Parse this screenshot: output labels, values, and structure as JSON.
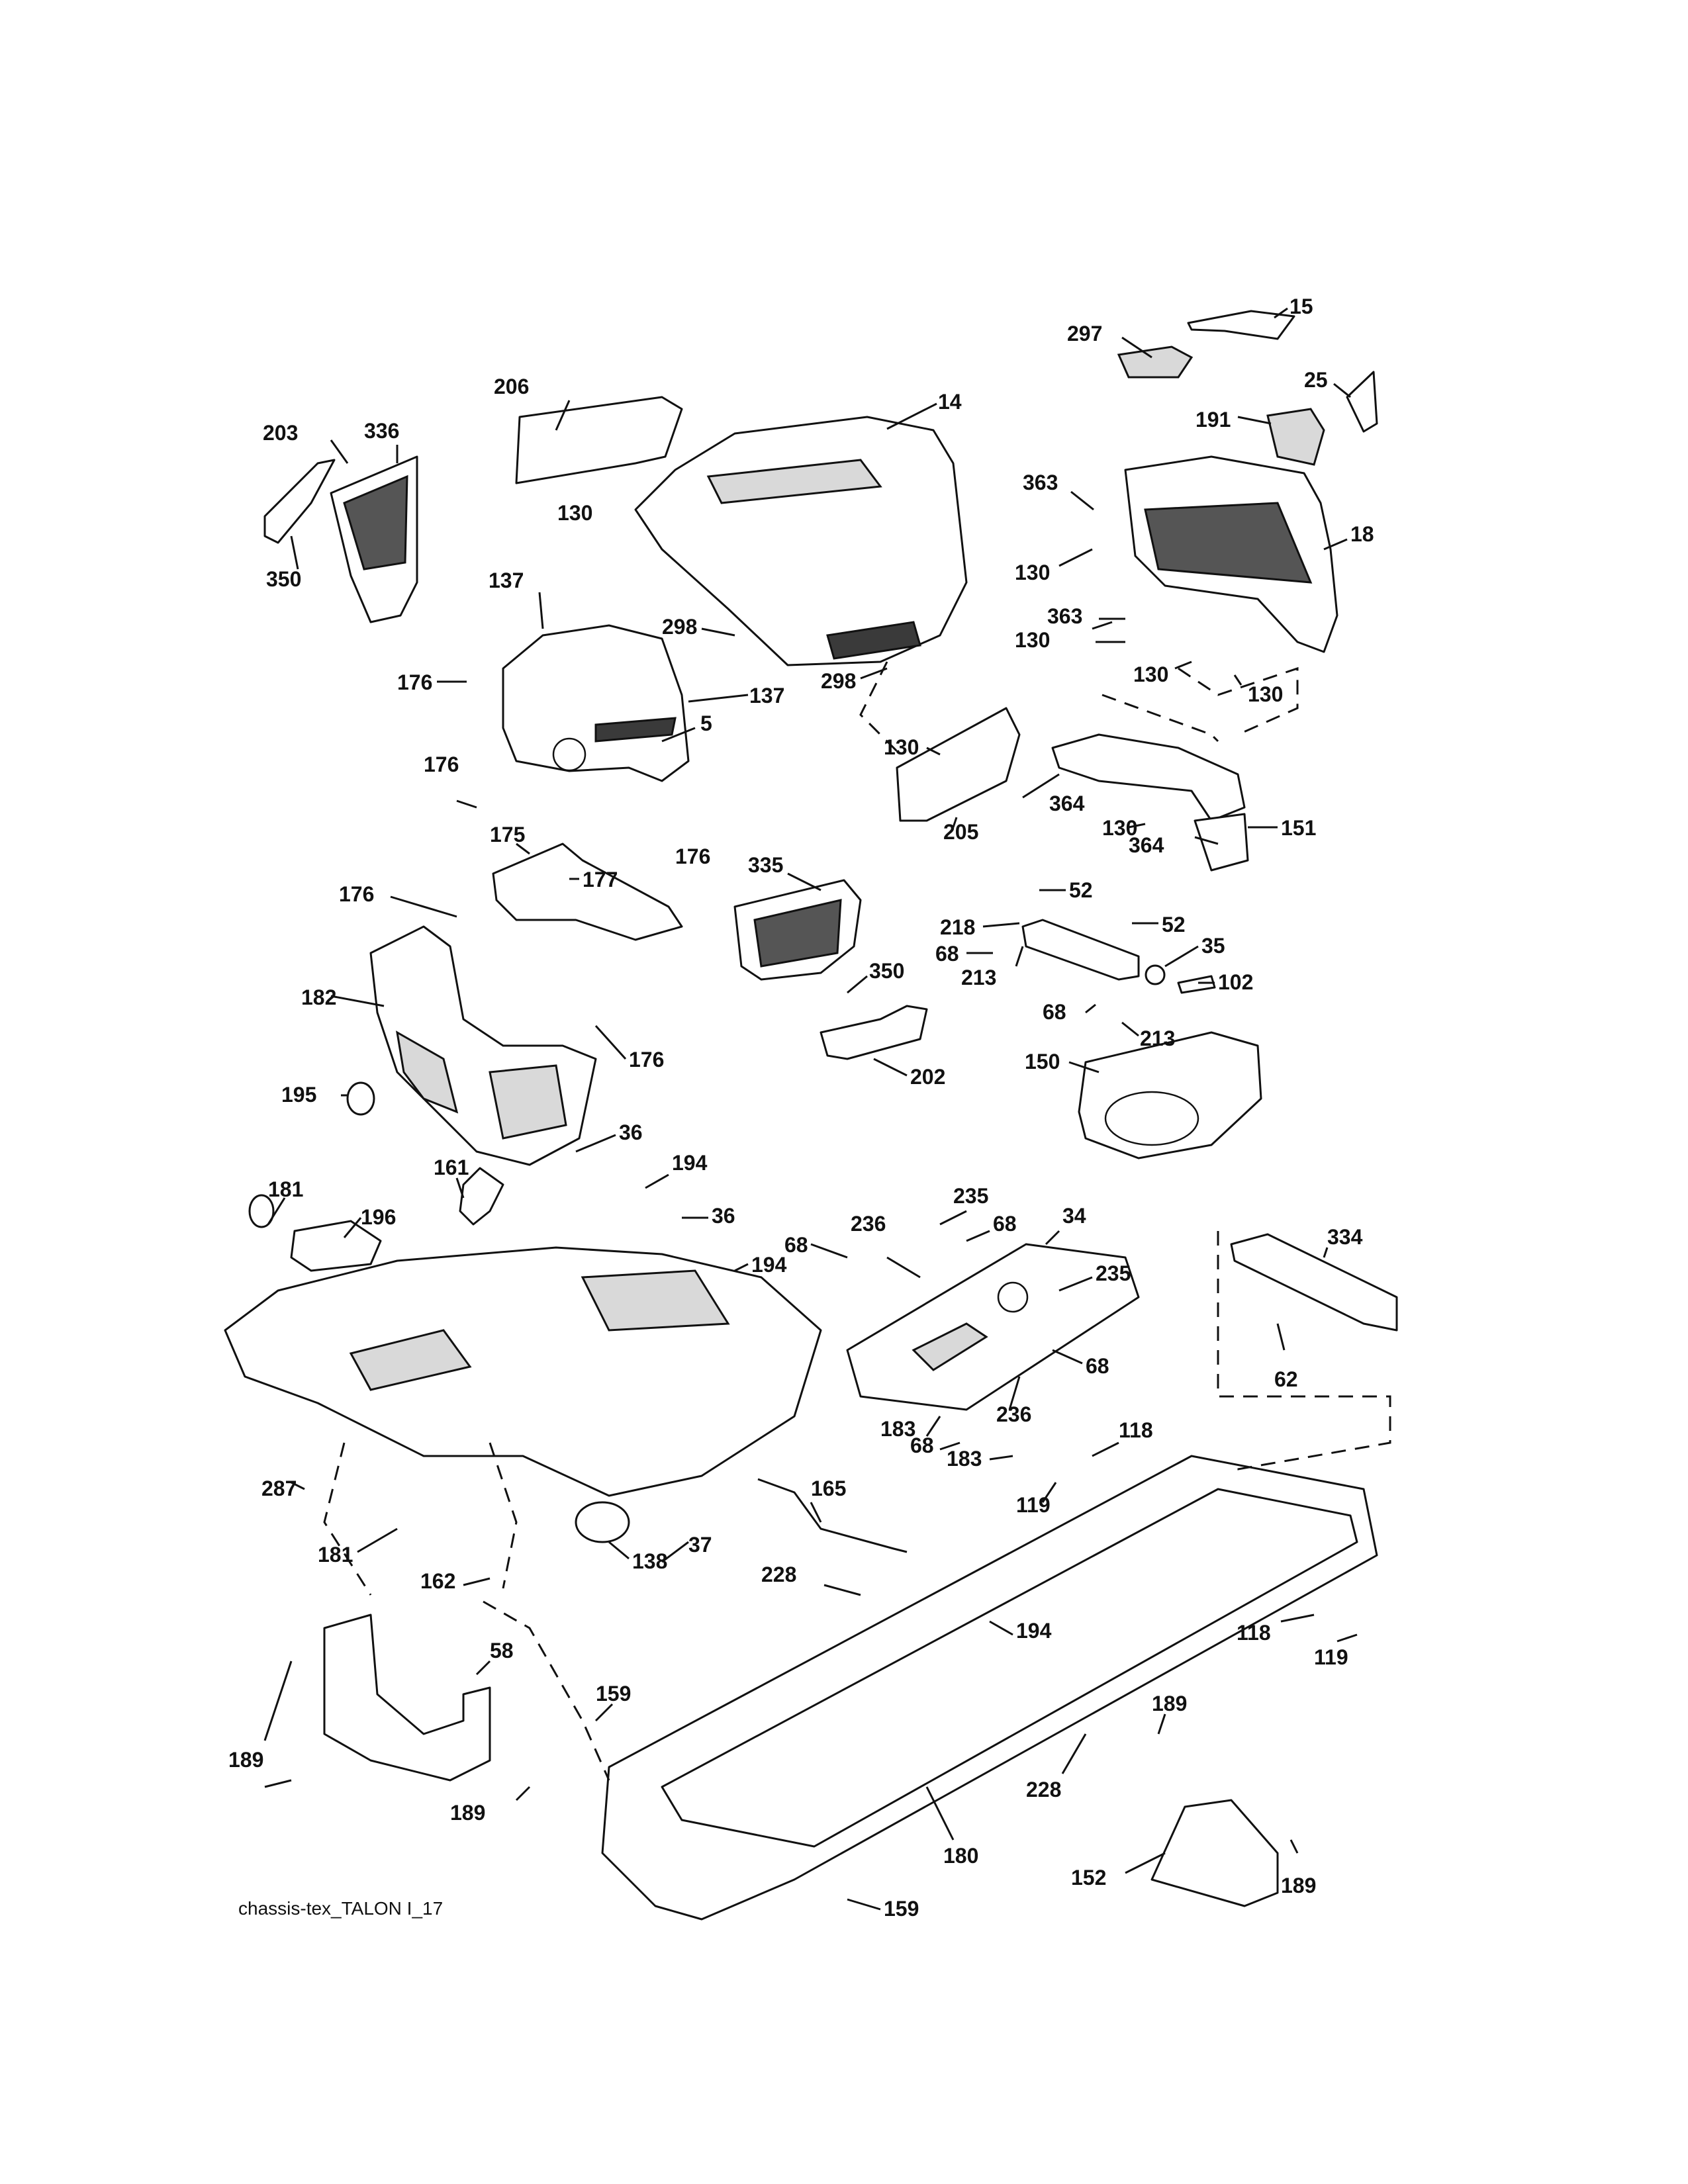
{
  "caption": "chassis-tex_TALON I_17",
  "callouts": {
    "c15": "15",
    "c297": "297",
    "c25": "25",
    "c206": "206",
    "c14": "14",
    "c191": "191",
    "c203": "203",
    "c336": "336",
    "c363a": "363",
    "c18": "18",
    "c350a": "350",
    "c130a": "130",
    "c130b": "130",
    "c363b": "363",
    "c130c": "130",
    "c137a": "137",
    "c298a": "298",
    "c130d": "130",
    "c130e": "130",
    "c176a": "176",
    "c298b": "298",
    "c137b": "137",
    "c5": "5",
    "c130f": "130",
    "c176b": "176",
    "c364a": "364",
    "c130g": "130",
    "c364b": "364",
    "c151": "151",
    "c205": "205",
    "c176c": "176",
    "c175": "175",
    "c177": "177",
    "c335": "335",
    "c52a": "52",
    "c176d": "176",
    "c218": "218",
    "c52b": "52",
    "c68a": "68",
    "c35": "35",
    "c213a": "213",
    "c102": "102",
    "c350b": "350",
    "c68b": "68",
    "c213b": "213",
    "c182": "182",
    "c195": "195",
    "c176e": "176",
    "c202": "202",
    "c150": "150",
    "c36a": "36",
    "c194a": "194",
    "c161": "161",
    "c181a": "181",
    "c235a": "235",
    "c36b": "36",
    "c196": "196",
    "c236a": "236",
    "c68c": "68",
    "c34": "34",
    "c194b": "194",
    "c68d": "68",
    "c235b": "235",
    "c334": "334",
    "c68e": "68",
    "c62": "62",
    "c183a": "183",
    "c236b": "236",
    "c118a": "118",
    "c68f": "68",
    "c183b": "183",
    "c287": "287",
    "c165": "165",
    "c119a": "119",
    "c37": "37",
    "c181b": "181",
    "c138": "138",
    "c162": "162",
    "c228a": "228",
    "c194c": "194",
    "c118b": "118",
    "c119b": "119",
    "c58": "58",
    "c159a": "159",
    "c189a": "189",
    "c189b": "189",
    "c228b": "228",
    "c189c": "189",
    "c180": "180",
    "c152": "152",
    "c189d": "189",
    "c159b": "159"
  }
}
